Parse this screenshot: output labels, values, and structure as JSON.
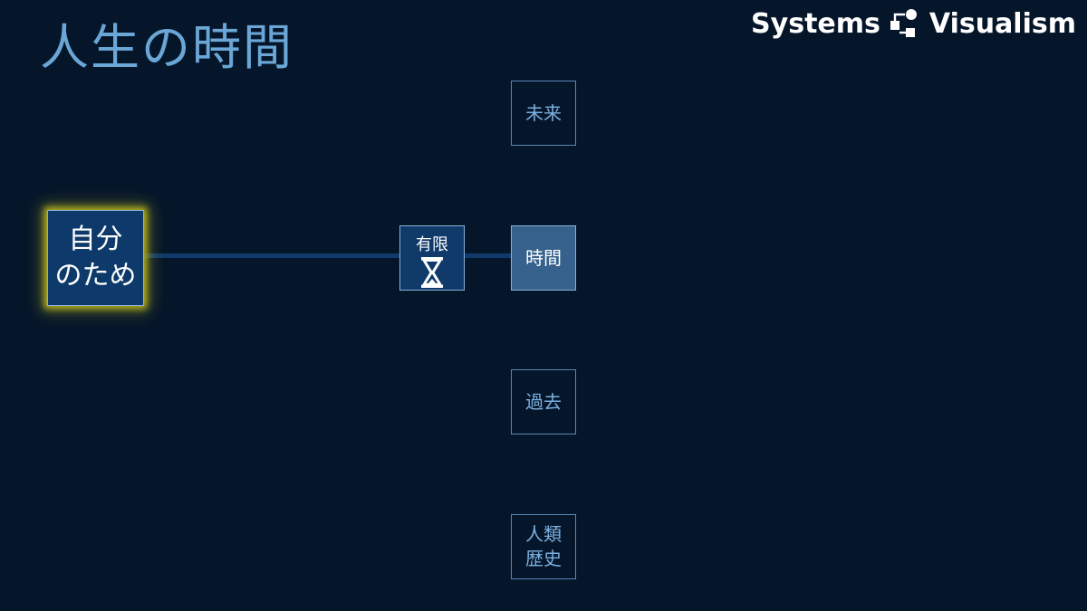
{
  "title": "人生の時間",
  "brand": {
    "name_left": "Systems",
    "name_right": "Visualism",
    "logo_icon": "systems-visualism-logo"
  },
  "nodes": {
    "self": {
      "line1": "自分",
      "line2": "のため"
    },
    "limited": {
      "label": "有限",
      "icon": "hourglass-icon"
    },
    "time": {
      "label": "時間"
    },
    "future": {
      "label": "未来"
    },
    "past": {
      "label": "過去"
    },
    "history": {
      "line1": "人類",
      "line2": "歴史"
    }
  },
  "colors": {
    "background": "#06162a",
    "title": "#6aa6d6",
    "node_fill": "#0d3a6a",
    "time_fill": "#35618c",
    "outline": "#5a86b4",
    "highlight_glow": "#b3b11f",
    "connector": "#0f3a6a"
  }
}
